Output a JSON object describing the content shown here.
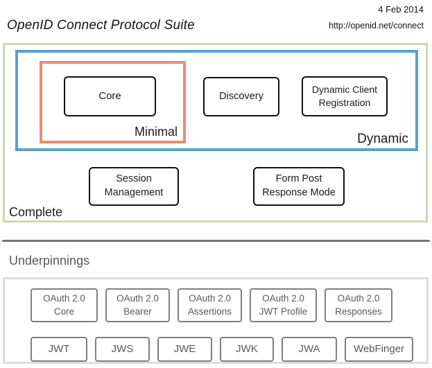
{
  "header": {
    "title": "OpenID Connect Protocol Suite",
    "date": "4 Feb 2014",
    "url": "http://openid.net/connect"
  },
  "suite": {
    "complete_label": "Complete",
    "dynamic_label": "Dynamic",
    "minimal_label": "Minimal",
    "core": "Core",
    "discovery": "Discovery",
    "dynamic_client_registration": "Dynamic Client Registration",
    "session_management": "Session Management",
    "form_post_response_mode": "Form Post Response Mode"
  },
  "underpinnings": {
    "label": "Underpinnings",
    "row1": [
      "OAuth 2.0 Core",
      "OAuth 2.0 Bearer",
      "OAuth 2.0 Assertions",
      "OAuth 2.0 JWT Profile",
      "OAuth 2.0 Responses"
    ],
    "row2": [
      "JWT",
      "JWS",
      "JWE",
      "JWK",
      "JWA",
      "WebFinger"
    ]
  },
  "colors": {
    "complete_border": "#cbd9b4",
    "dynamic_border": "#55a1d3",
    "minimal_border": "#e98d6e",
    "spec_border": "#111111",
    "underpinning_border": "#7f7f7f",
    "underpinning_text": "#595959",
    "container_border": "#dcdcdc",
    "divider": "#767676"
  }
}
